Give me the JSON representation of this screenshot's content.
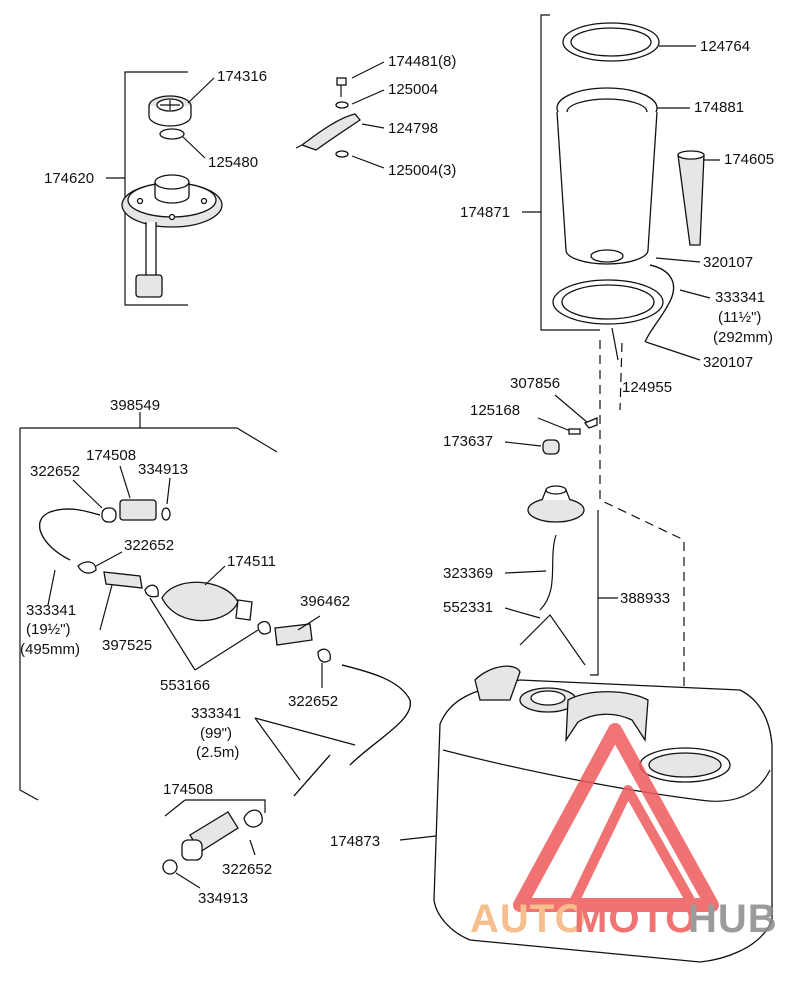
{
  "callouts": {
    "p174316": "174316",
    "p125480": "125480",
    "p174620": "174620",
    "p174481": "174481(8)",
    "p125004a": "125004",
    "p124798": "124798",
    "p125004b": "125004(3)",
    "p124764": "124764",
    "p174881": "174881",
    "p174605": "174605",
    "p174871": "174871",
    "p320107a": "320107",
    "p333341a": "333341",
    "p333341a_len": "(11½\")",
    "p333341a_mm": "(292mm)",
    "p320107b": "320107",
    "p307856": "307856",
    "p124955": "124955",
    "p125168": "125168",
    "p173637": "173637",
    "p398549": "398549",
    "p174508a": "174508",
    "p322652a": "322652",
    "p334913a": "334913",
    "p322652b": "322652",
    "p174511": "174511",
    "p396462": "396462",
    "p333341b": "333341",
    "p333341b_len": "(19½\")",
    "p333341b_mm": "(495mm)",
    "p397525": "397525",
    "p553166": "553166",
    "p322652c": "322652",
    "p333341c": "333341",
    "p333341c_len": "(99\")",
    "p333341c_m": "(2.5m)",
    "p323369": "323369",
    "p388933": "388933",
    "p552331": "552331",
    "p174873": "174873",
    "p174508b": "174508",
    "p322652d": "322652",
    "p334913b": "334913"
  },
  "watermark": {
    "part1": "AUTO",
    "part2": "MOTO",
    "part3": "HUB",
    "color1": "#f5b47a",
    "color2": "#ef5a5a",
    "color3": "#8a8a8a"
  }
}
